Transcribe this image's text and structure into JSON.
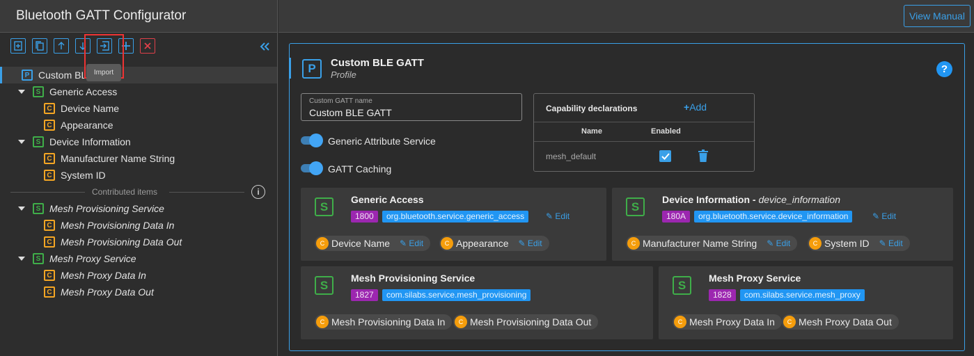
{
  "app": {
    "title": "Bluetooth GATT Configurator",
    "view_manual": "View Manual"
  },
  "toolbar": {
    "tooltip": "Import",
    "buttons": [
      "add-item-icon",
      "copy-icon",
      "move-up-icon",
      "move-down-icon",
      "import-icon",
      "add-icon",
      "delete-icon"
    ]
  },
  "tree": {
    "profile": "Custom BLE GATT",
    "items": [
      {
        "badge": "S",
        "label": "Generic Access"
      },
      {
        "badge": "C",
        "label": "Device Name"
      },
      {
        "badge": "C",
        "label": "Appearance"
      },
      {
        "badge": "S",
        "label": "Device Information"
      },
      {
        "badge": "C",
        "label": "Manufacturer Name String"
      },
      {
        "badge": "C",
        "label": "System ID"
      }
    ],
    "contributed_label": "Contributed items",
    "contributed": [
      {
        "badge": "S",
        "label": "Mesh Provisioning Service"
      },
      {
        "badge": "C",
        "label": "Mesh Provisioning Data In"
      },
      {
        "badge": "C",
        "label": "Mesh Provisioning Data Out"
      },
      {
        "badge": "S",
        "label": "Mesh Proxy Service"
      },
      {
        "badge": "C",
        "label": "Mesh Proxy Data In"
      },
      {
        "badge": "C",
        "label": "Mesh Proxy Data Out"
      }
    ]
  },
  "profile": {
    "badge": "P",
    "name": "Custom BLE GATT",
    "type": "Profile",
    "name_field_label": "Custom GATT name",
    "name_field_value": "Custom BLE GATT",
    "toggles": [
      {
        "label": "Generic Attribute Service",
        "on": true
      },
      {
        "label": "GATT Caching",
        "on": true
      }
    ]
  },
  "capabilities": {
    "title": "Capability declarations",
    "add_label": "Add",
    "col_name": "Name",
    "col_enabled": "Enabled",
    "rows": [
      {
        "name": "mesh_default",
        "enabled": true
      }
    ]
  },
  "services": [
    {
      "name": "Generic Access",
      "id": "",
      "uuid": "1800",
      "type": "org.bluetooth.service.generic_access",
      "edit": "Edit",
      "chars": [
        {
          "label": "Device Name",
          "edit": "Edit"
        },
        {
          "label": "Appearance",
          "edit": "Edit"
        }
      ]
    },
    {
      "name": "Device Information",
      "id": "device_information",
      "uuid": "180A",
      "type": "org.bluetooth.service.device_information",
      "edit": "Edit",
      "chars": [
        {
          "label": "Manufacturer Name String",
          "edit": "Edit"
        },
        {
          "label": "System ID",
          "edit": "Edit"
        }
      ]
    },
    {
      "name": "Mesh Provisioning Service",
      "id": "",
      "uuid": "1827",
      "type": "com.silabs.service.mesh_provisioning",
      "edit": "",
      "chars": [
        {
          "label": "Mesh Provisioning Data In"
        },
        {
          "label": "Mesh Provisioning Data Out"
        }
      ]
    },
    {
      "name": "Mesh Proxy Service",
      "id": "",
      "uuid": "1828",
      "type": "com.silabs.service.mesh_proxy",
      "edit": "",
      "chars": [
        {
          "label": "Mesh Proxy Data In"
        },
        {
          "label": "Mesh Proxy Data Out"
        }
      ]
    }
  ],
  "colors": {
    "accent": "#3aa0e8",
    "service": "#3fae49",
    "characteristic": "#f5a623",
    "uuid": "#9c27b0",
    "type_chip": "#2196f3"
  }
}
